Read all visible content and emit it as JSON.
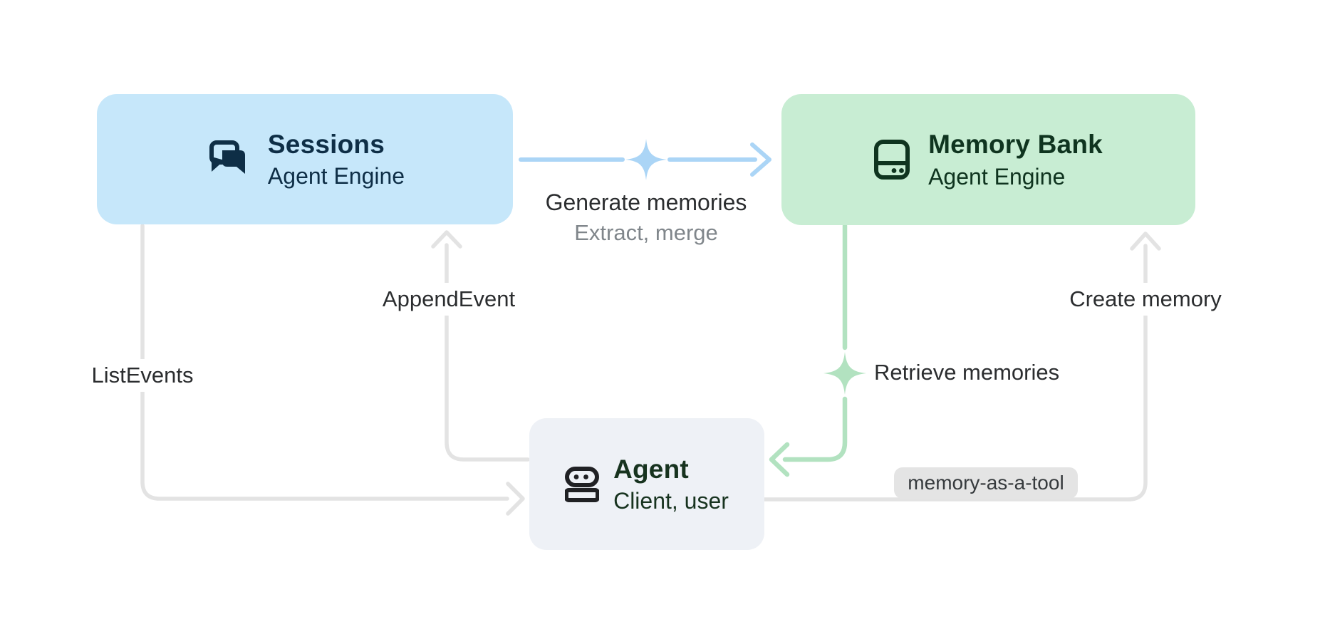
{
  "diagram": {
    "nodes": {
      "sessions": {
        "title": "Sessions",
        "subtitle": "Agent Engine",
        "icon": "chat-bubbles-icon"
      },
      "memory_bank": {
        "title": "Memory Bank",
        "subtitle": "Agent Engine",
        "icon": "memory-storage-icon"
      },
      "agent": {
        "title": "Agent",
        "subtitle": "Client, user",
        "icon": "robot-icon"
      }
    },
    "edges": {
      "generate_memories": {
        "label": "Generate memories",
        "sublabel": "Extract, merge",
        "from": "sessions",
        "to": "memory_bank",
        "decoration": "sparkle-icon"
      },
      "append_event": {
        "label": "AppendEvent",
        "from": "agent",
        "to": "sessions"
      },
      "list_events": {
        "label": "ListEvents",
        "from": "sessions",
        "to": "agent"
      },
      "retrieve_memories": {
        "label": "Retrieve memories",
        "from": "memory_bank",
        "to": "agent",
        "decoration": "sparkle-icon"
      },
      "create_memory": {
        "label": "Create memory",
        "badge": "memory-as-a-tool",
        "from": "agent",
        "to": "memory_bank"
      }
    }
  },
  "colors": {
    "canvas_bg": "#ffffff",
    "sessions_box_bg": "#c6e7fa",
    "sessions_ink": "#0e2e46",
    "memory_box_bg": "#c8edd3",
    "memory_ink": "#0f341f",
    "agent_box_bg": "#eef1f6",
    "agent_ink": "#17331f",
    "agent_icon_ink": "#202124",
    "line_gray": "#e3e3e3",
    "line_blue": "#abd5f6",
    "line_green": "#b2e2c0",
    "label_dark": "#2b2d2f",
    "label_gray": "#80868b",
    "badge_bg": "#e4e4e4",
    "badge_text": "#363a3d"
  }
}
